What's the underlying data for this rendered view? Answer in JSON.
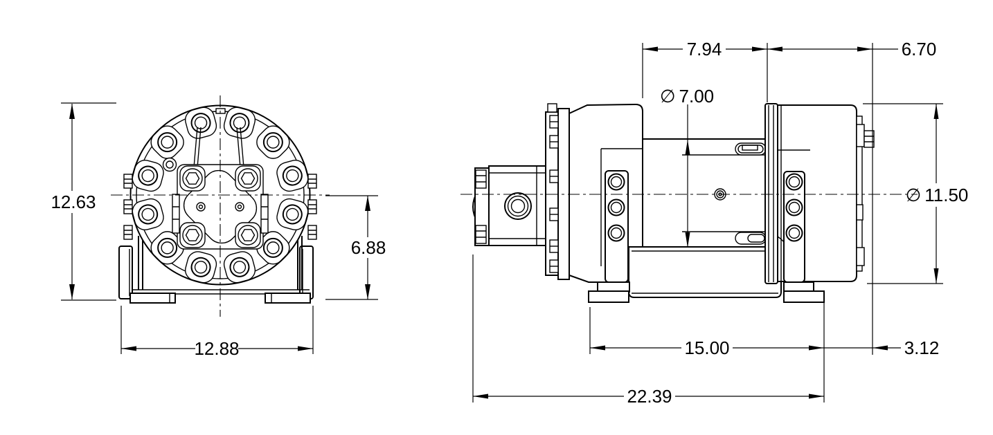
{
  "drawing": {
    "kind": "engineering drawing, 2 orthographic views",
    "subject": "hydraulic planetary winch",
    "views": [
      {
        "id": "front",
        "name": "front view (drum end)"
      },
      {
        "id": "side",
        "name": "side view (motor left, gear housing right)"
      }
    ],
    "line_color": "#000000",
    "background_color": "#ffffff",
    "text_color": "#000000"
  },
  "dimensions": {
    "overall_height": {
      "value": "12.63",
      "orientation": "vertical",
      "view": "front"
    },
    "centerline_height": {
      "value": "6.88",
      "orientation": "vertical",
      "view": "front"
    },
    "base_width": {
      "value": "12.88",
      "orientation": "horizontal",
      "view": "front"
    },
    "drum_length": {
      "value": "7.94",
      "orientation": "horizontal",
      "view": "side"
    },
    "motor_end_length": {
      "value": "6.70",
      "orientation": "horizontal",
      "view": "side"
    },
    "drum_diameter": {
      "symbol": "∅",
      "value": "7.00",
      "orientation": "vertical",
      "view": "side"
    },
    "flange_diameter": {
      "symbol": "∅",
      "value": "11.50",
      "orientation": "vertical",
      "view": "side"
    },
    "mounting_length": {
      "value": "15.00",
      "orientation": "horizontal",
      "view": "side"
    },
    "end_overhang": {
      "value": "3.12",
      "orientation": "horizontal",
      "view": "side"
    },
    "overall_length": {
      "value": "22.39",
      "orientation": "horizontal",
      "view": "side"
    }
  }
}
